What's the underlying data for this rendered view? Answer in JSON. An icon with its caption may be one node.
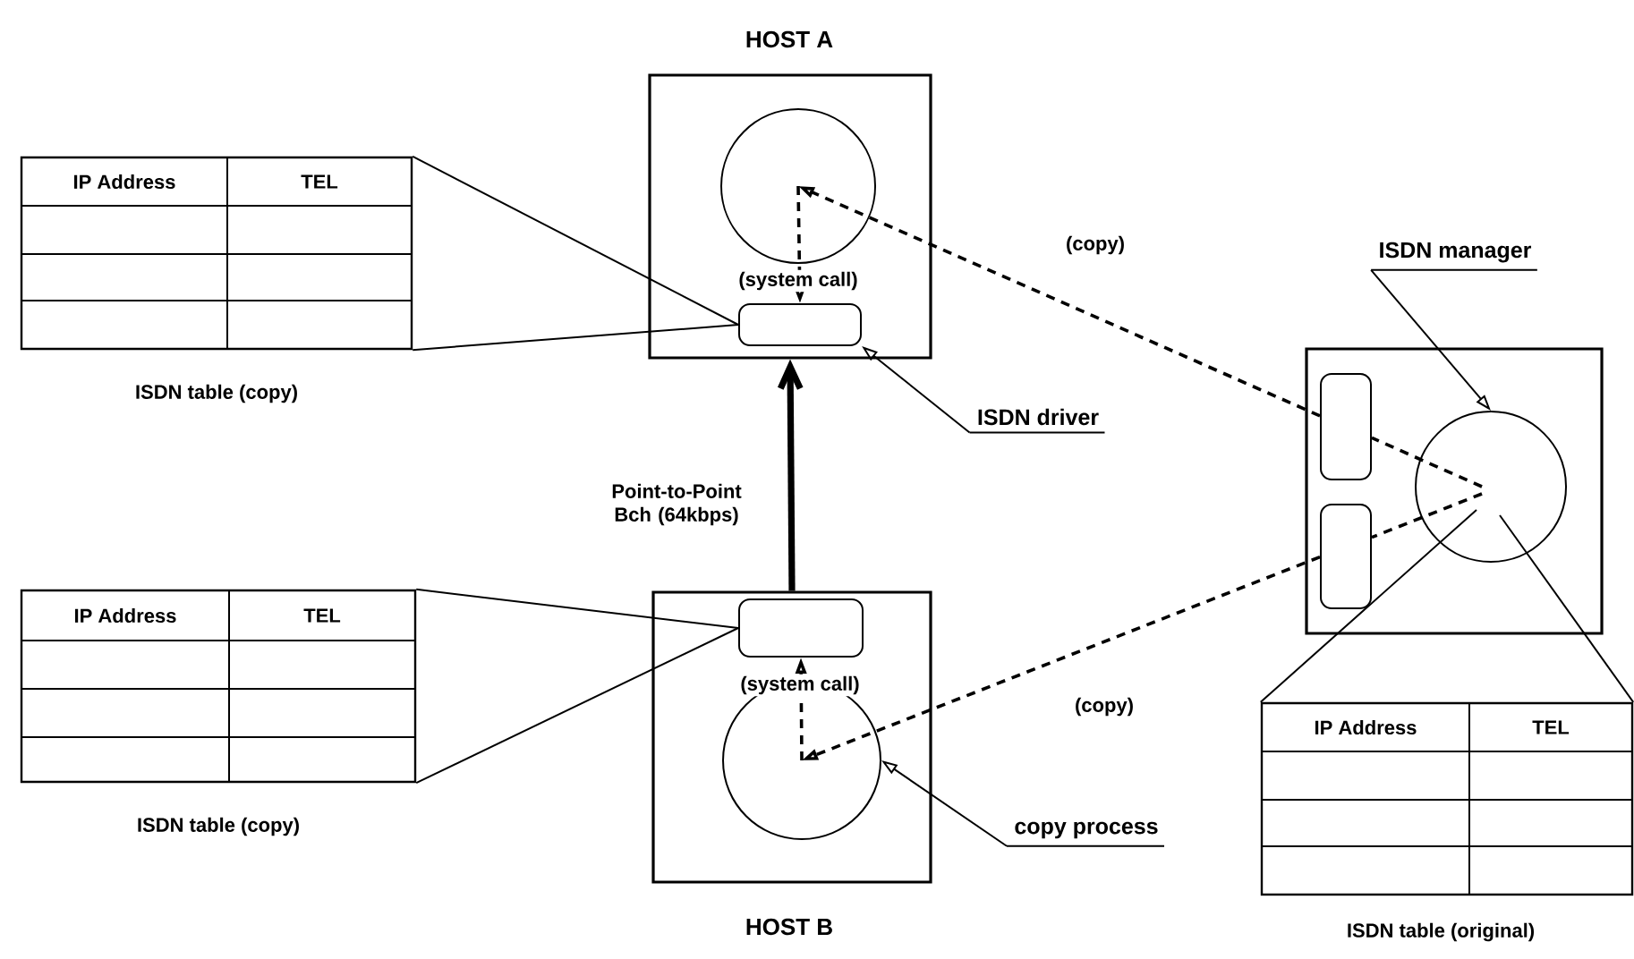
{
  "diagram": {
    "nodes": [
      {
        "text": [
          "HOST A"
        ]
      },
      {
        "text": [],
        "shape": "circle",
        "in": 0
      },
      {
        "text": [],
        "shape": "box",
        "in": 0
      },
      {
        "text": [
          "IP Address",
          "TEL"
        ],
        "beside": [
          "ISDN table (copy)"
        ]
      },
      {
        "text": [
          "ISDN driver"
        ]
      },
      {
        "text": [
          "HOST B"
        ]
      },
      {
        "text": [],
        "shape": "box",
        "in": 5
      },
      {
        "text": [],
        "shape": "circle",
        "in": 5
      },
      {
        "text": [
          "IP Address",
          "TEL"
        ],
        "beside": [
          "ISDN table (copy)"
        ]
      },
      {
        "text": [
          "copy process"
        ]
      },
      {
        "text": [
          "ISDN manager"
        ]
      },
      {
        "text": [],
        "shape": "box"
      },
      {
        "text": [],
        "shape": "box",
        "in": 11
      },
      {
        "text": [],
        "shape": "box",
        "in": 11
      },
      {
        "text": [],
        "shape": "circle",
        "in": 11
      },
      {
        "text": [
          "IP Address",
          "TEL"
        ],
        "beside": [
          "ISDN table (original)"
        ]
      }
    ],
    "edges": [
      {
        "from": 1,
        "to": 2,
        "arrow": "to",
        "style": "dashed",
        "label": "(system call)"
      },
      {
        "from": 3,
        "to": 2,
        "arrow": "none"
      },
      {
        "from": 3,
        "to": 2,
        "arrow": "none"
      },
      {
        "from": 4,
        "to": 2,
        "arrow": "to"
      },
      {
        "from": 5,
        "to": 0,
        "arrow": "to",
        "style": "thick",
        "label": "Point-to-Point Bch (64kbps)"
      },
      {
        "from": 7,
        "to": 6,
        "arrow": "to",
        "style": "dashed",
        "label": "(system call)"
      },
      {
        "from": 8,
        "to": 6,
        "arrow": "none"
      },
      {
        "from": 8,
        "to": 6,
        "arrow": "none"
      },
      {
        "from": 9,
        "to": 7,
        "arrow": "to"
      },
      {
        "from": 14,
        "to": 12,
        "arrow": "none",
        "style": "dashed"
      },
      {
        "from": 12,
        "to": 1,
        "arrow": "to",
        "style": "dashed",
        "label": "(copy)"
      },
      {
        "from": 14,
        "to": 13,
        "arrow": "none",
        "style": "dashed"
      },
      {
        "from": 13,
        "to": 7,
        "arrow": "to",
        "style": "dashed",
        "label": "(copy)"
      },
      {
        "from": 10,
        "to": 14,
        "arrow": "to"
      },
      {
        "from": 14,
        "to": 15,
        "arrow": "none"
      },
      {
        "from": 14,
        "to": 15,
        "arrow": "none"
      }
    ]
  }
}
